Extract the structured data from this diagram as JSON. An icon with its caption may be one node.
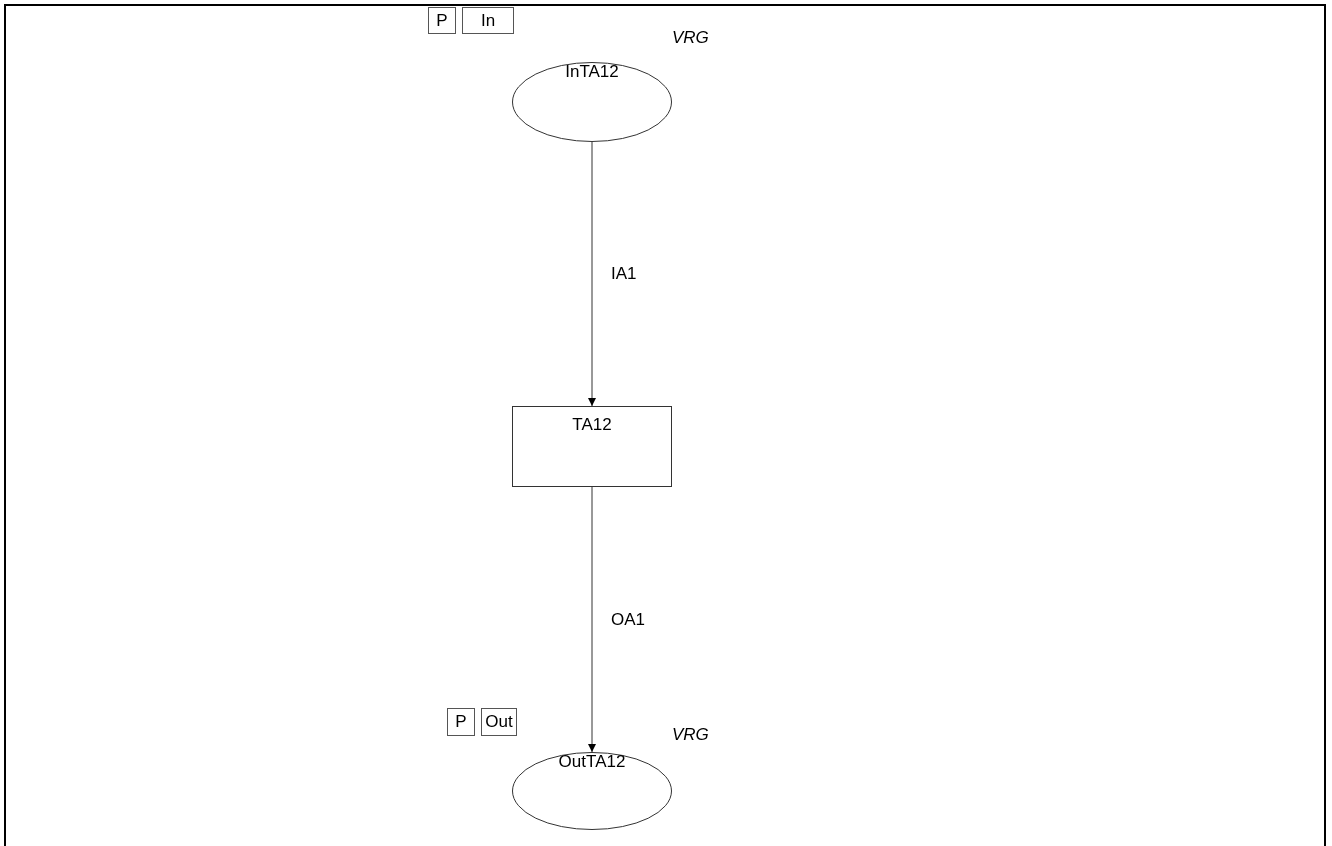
{
  "diagram": {
    "nodes": [
      {
        "text": [
          "P"
        ]
      },
      {
        "text": [
          "In"
        ]
      },
      {
        "text": [
          "InTA12"
        ],
        "beside": [
          "VRG"
        ]
      },
      {
        "text": [
          "TA12"
        ]
      },
      {
        "text": [
          "P"
        ]
      },
      {
        "text": [
          "Out"
        ]
      },
      {
        "text": [
          "OutTA12"
        ],
        "beside": [
          "VRG"
        ]
      }
    ],
    "edges": [
      {
        "from": 2,
        "to": 3,
        "arrow": "to",
        "label": "IA1"
      },
      {
        "from": 3,
        "to": 6,
        "arrow": "to",
        "label": "OA1"
      }
    ]
  }
}
